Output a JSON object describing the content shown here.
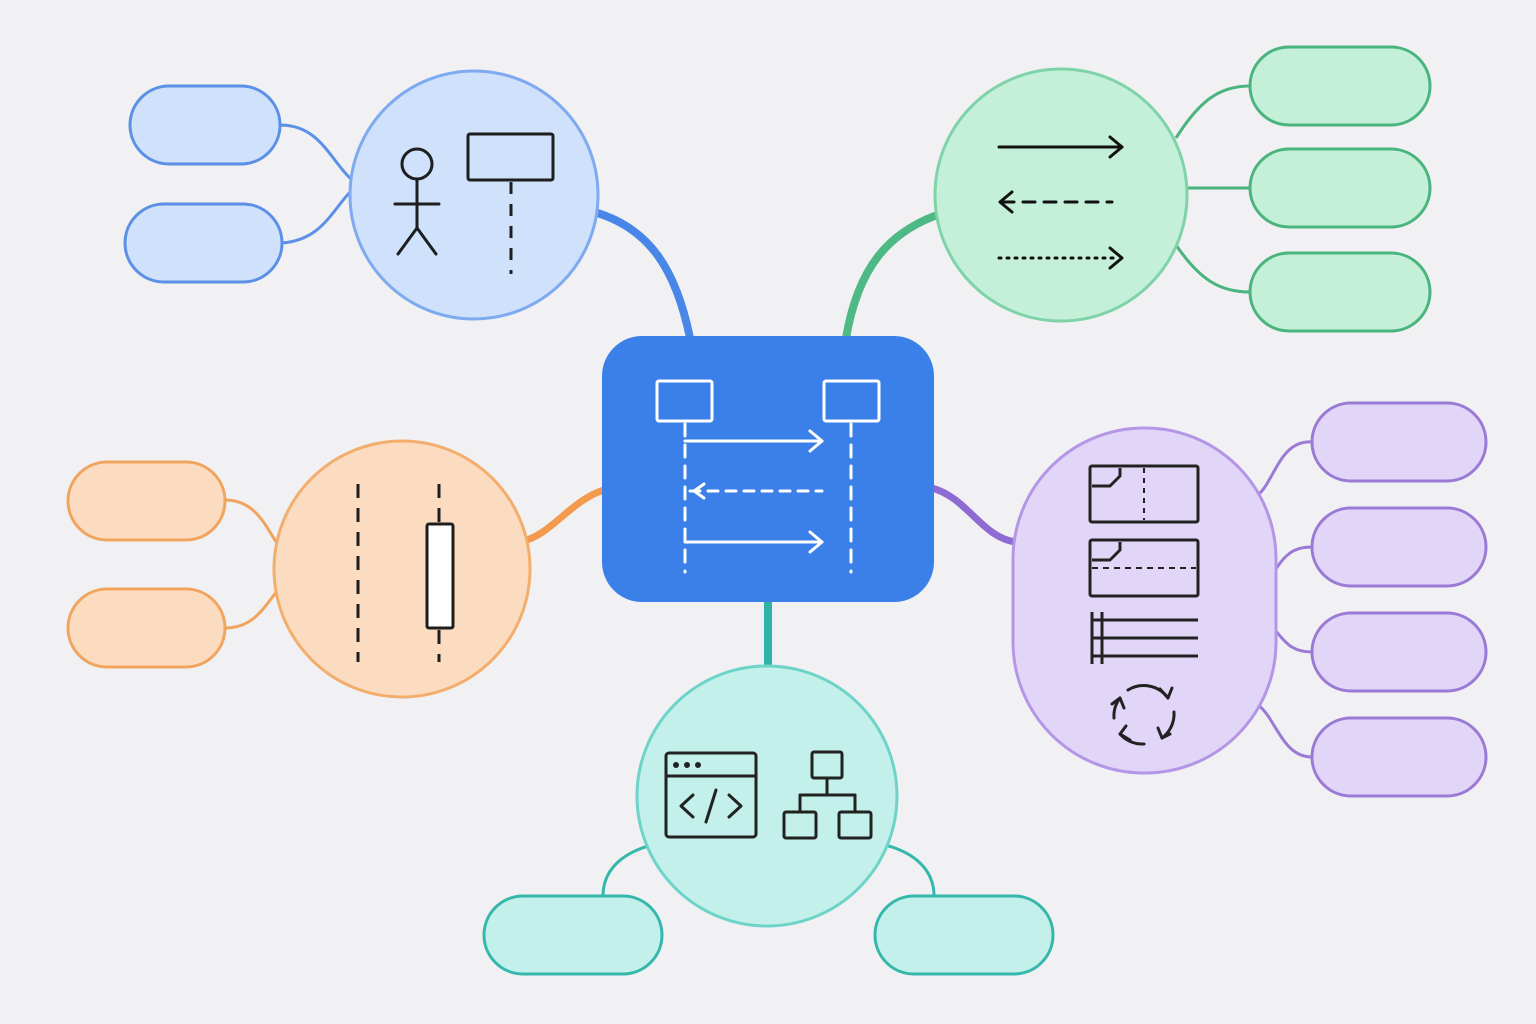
{
  "colors": {
    "background": "#f1f1f3",
    "central_fill": "#3a80e8",
    "blue": {
      "stroke": "#5b90e6",
      "fill": "#cfe1fb",
      "circle_stroke": "#7eaaf0"
    },
    "green": {
      "stroke": "#49b47e",
      "fill": "#c4f0da",
      "circle_stroke": "#7fd3a8",
      "line": "#4db985"
    },
    "orange": {
      "stroke": "#f0a45e",
      "fill": "#fcdcc0",
      "circle_stroke": "#f3ad6c",
      "line": "#f39a4c"
    },
    "purple": {
      "stroke": "#9b7ad6",
      "fill": "#e2d6f8",
      "circle_stroke": "#b596e6",
      "line": "#8e6bd2"
    },
    "teal": {
      "stroke": "#35b7ac",
      "fill": "#c3f0ea",
      "circle_stroke": "#6ed3c8",
      "line": "#2fb3a7"
    }
  },
  "central_node": {
    "icon": "sequence-diagram-icon"
  },
  "branches": [
    {
      "id": "blue",
      "icons": [
        "actor-icon",
        "lifeline-icon"
      ],
      "leaf_count": 2
    },
    {
      "id": "green",
      "icons": [
        "solid-arrow-icon",
        "dashed-return-arrow-icon",
        "dotted-arrow-icon"
      ],
      "leaf_count": 3
    },
    {
      "id": "orange",
      "icons": [
        "lifeline-icon",
        "activation-bar-icon"
      ],
      "leaf_count": 2
    },
    {
      "id": "purple",
      "icons": [
        "alt-fragment-icon",
        "opt-fragment-icon",
        "par-fragment-icon",
        "loop-icon"
      ],
      "leaf_count": 4
    },
    {
      "id": "teal",
      "icons": [
        "code-window-icon",
        "hierarchy-icon"
      ],
      "leaf_count": 2
    }
  ]
}
